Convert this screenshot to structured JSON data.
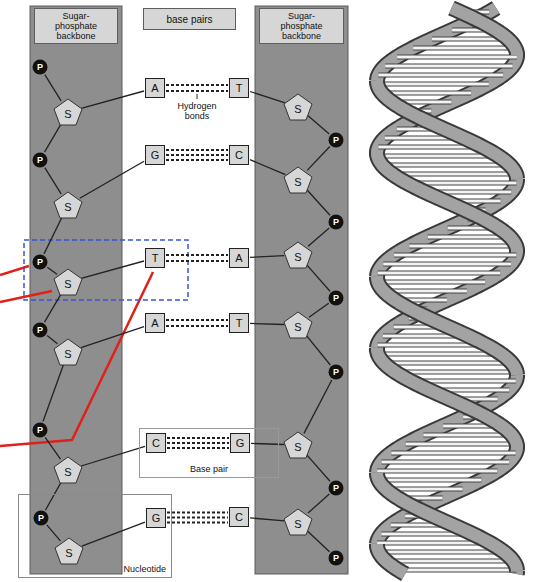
{
  "diagram": {
    "nodes": [
      {
        "text": [
          "Sugar-phosphate backbone"
        ]
      },
      {
        "text": [
          "base pairs"
        ]
      },
      {
        "text": [
          "Sugar-phosphate backbone"
        ]
      },
      {
        "text": [
          "P"
        ]
      },
      {
        "text": [
          "S"
        ]
      },
      {
        "text": [
          "A"
        ]
      },
      {
        "text": [
          "T"
        ]
      },
      {
        "text": [
          "S"
        ]
      },
      {
        "text": [
          "P"
        ]
      },
      {
        "text": [
          "P"
        ]
      },
      {
        "text": [
          "S"
        ]
      },
      {
        "text": [
          "G"
        ]
      },
      {
        "text": [
          "C"
        ]
      },
      {
        "text": [
          "S"
        ]
      },
      {
        "text": [
          "P"
        ]
      },
      {
        "text": [
          "P"
        ]
      },
      {
        "text": [
          "S"
        ]
      },
      {
        "text": [
          "T"
        ]
      },
      {
        "text": [
          "A"
        ]
      },
      {
        "text": [
          "S"
        ]
      },
      {
        "text": [
          "P"
        ]
      },
      {
        "text": [
          "P"
        ]
      },
      {
        "text": [
          "S"
        ]
      },
      {
        "text": [
          "A"
        ]
      },
      {
        "text": [
          "T"
        ]
      },
      {
        "text": [
          "S"
        ]
      },
      {
        "text": [
          "P"
        ]
      },
      {
        "text": [
          "Base pair"
        ]
      },
      {
        "text": [
          "P"
        ]
      },
      {
        "text": [
          "S"
        ]
      },
      {
        "text": [
          "C"
        ],
        "in": 27
      },
      {
        "text": [
          "G"
        ],
        "in": 27
      },
      {
        "text": [
          "S"
        ]
      },
      {
        "text": [
          "P"
        ]
      },
      {
        "text": [
          "Nucleotide"
        ]
      },
      {
        "text": [
          "P"
        ],
        "in": 34
      },
      {
        "text": [
          "S"
        ],
        "in": 34
      },
      {
        "text": [
          "G"
        ],
        "in": 34
      },
      {
        "text": [
          "C"
        ]
      },
      {
        "text": [
          "S"
        ]
      },
      {
        "text": [
          "P"
        ]
      }
    ],
    "edges": [
      {
        "from": 3,
        "to": 4,
        "arrow": "none"
      },
      {
        "from": 4,
        "to": 5,
        "arrow": "none"
      },
      {
        "from": 5,
        "to": 6,
        "arrow": "none"
      },
      {
        "from": 6,
        "to": 7,
        "arrow": "none"
      },
      {
        "from": 7,
        "to": 8,
        "arrow": "none"
      },
      {
        "from": 4,
        "to": 9,
        "arrow": "none"
      },
      {
        "from": 8,
        "to": 13,
        "arrow": "none"
      },
      {
        "from": 9,
        "to": 10,
        "arrow": "none"
      },
      {
        "from": 10,
        "to": 11,
        "arrow": "none"
      },
      {
        "from": 11,
        "to": 12,
        "arrow": "none"
      },
      {
        "from": 12,
        "to": 13,
        "arrow": "none"
      },
      {
        "from": 13,
        "to": 14,
        "arrow": "none"
      },
      {
        "from": 10,
        "to": 15,
        "arrow": "none"
      },
      {
        "from": 14,
        "to": 19,
        "arrow": "none"
      },
      {
        "from": 15,
        "to": 16,
        "arrow": "none"
      },
      {
        "from": 16,
        "to": 17,
        "arrow": "none"
      },
      {
        "from": 17,
        "to": 18,
        "arrow": "none"
      },
      {
        "from": 18,
        "to": 19,
        "arrow": "none"
      },
      {
        "from": 19,
        "to": 20,
        "arrow": "none"
      },
      {
        "from": 16,
        "to": 21,
        "arrow": "none"
      },
      {
        "from": 20,
        "to": 25,
        "arrow": "none"
      },
      {
        "from": 21,
        "to": 22,
        "arrow": "none"
      },
      {
        "from": 22,
        "to": 23,
        "arrow": "none"
      },
      {
        "from": 23,
        "to": 24,
        "arrow": "none"
      },
      {
        "from": 24,
        "to": 25,
        "arrow": "none"
      },
      {
        "from": 25,
        "to": 26,
        "arrow": "none"
      },
      {
        "from": 22,
        "to": 28,
        "arrow": "none"
      },
      {
        "from": 26,
        "to": 32,
        "arrow": "none"
      },
      {
        "from": 28,
        "to": 29,
        "arrow": "none"
      },
      {
        "from": 29,
        "to": 30,
        "arrow": "none"
      },
      {
        "from": 30,
        "to": 31,
        "arrow": "none"
      },
      {
        "from": 31,
        "to": 32,
        "arrow": "none"
      },
      {
        "from": 32,
        "to": 33,
        "arrow": "none"
      },
      {
        "from": 29,
        "to": 35,
        "arrow": "none"
      },
      {
        "from": 33,
        "to": 39,
        "arrow": "none"
      },
      {
        "from": 35,
        "to": 36,
        "arrow": "none"
      },
      {
        "from": 36,
        "to": 37,
        "arrow": "none"
      },
      {
        "from": 37,
        "to": 38,
        "arrow": "none"
      },
      {
        "from": 38,
        "to": 39,
        "arrow": "none"
      },
      {
        "from": 39,
        "to": 40,
        "arrow": "none"
      }
    ],
    "labels": [
      "Hydrogen bonds"
    ]
  }
}
